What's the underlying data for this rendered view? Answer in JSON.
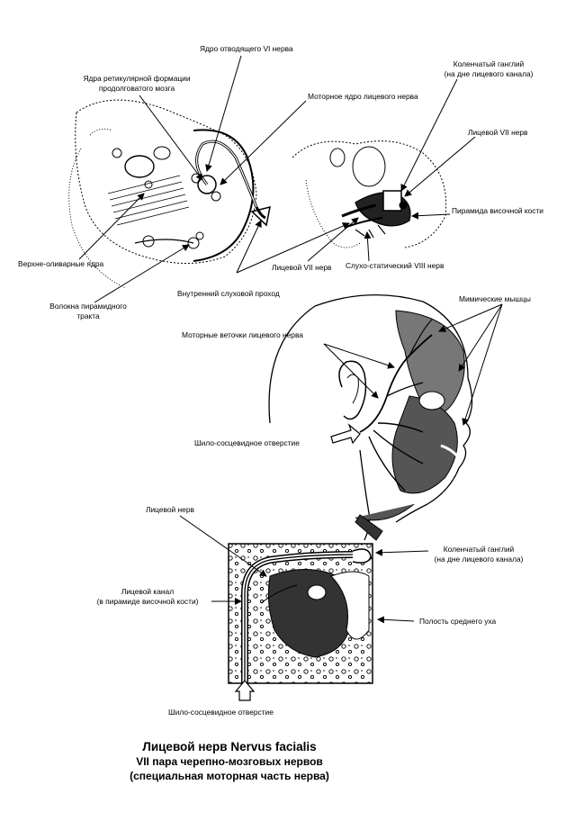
{
  "labels": {
    "abducens_nucleus": "Ядро отводящего VI нерва",
    "reticular_nuclei_1": "Ядра ретикулярной формации",
    "reticular_nuclei_2": "продолговатого мозга",
    "motor_nucleus": "Моторное ядро лицевого нерва",
    "geniculate_top_1": "Коленчатый ганглий",
    "geniculate_top_2": "(на дне лицевого канала)",
    "facial_vii_top": "Лицевой VII нерв",
    "pyramid": "Пирамида височной кости",
    "superior_olivary": "Верхне-оливарные ядра",
    "facial_vii_low": "Лицевой VII нерв",
    "vestibulocochlear": "Слухо-статический VIII нерв",
    "pyramidal_tract_1": "Волокна пирамидного",
    "pyramidal_tract_2": "тракта",
    "internal_meatus": "Внутренний слуховой проход",
    "facial_muscles": "Мимические мышцы",
    "motor_branches": "Моторные веточки лицевого нерва",
    "stylomastoid_mid": "Шило-сосцевидное отверстие",
    "facial_nerve": "Лицевой нерв",
    "geniculate_low_1": "Коленчатый ганглий",
    "geniculate_low_2": "(на дне лицевого канала)",
    "facial_canal_1": "Лицевой канал",
    "facial_canal_2": "(в пирамиде височной кости)",
    "middle_ear": "Полость среднего уха",
    "stylomastoid_bottom": "Шило-сосцевидное отверстие"
  },
  "caption": {
    "line1": "Лицевой нерв   Nervus facialis",
    "line2": "VII пара черепно-мозговых нервов",
    "line3": "(специальная моторная часть нерва)"
  }
}
